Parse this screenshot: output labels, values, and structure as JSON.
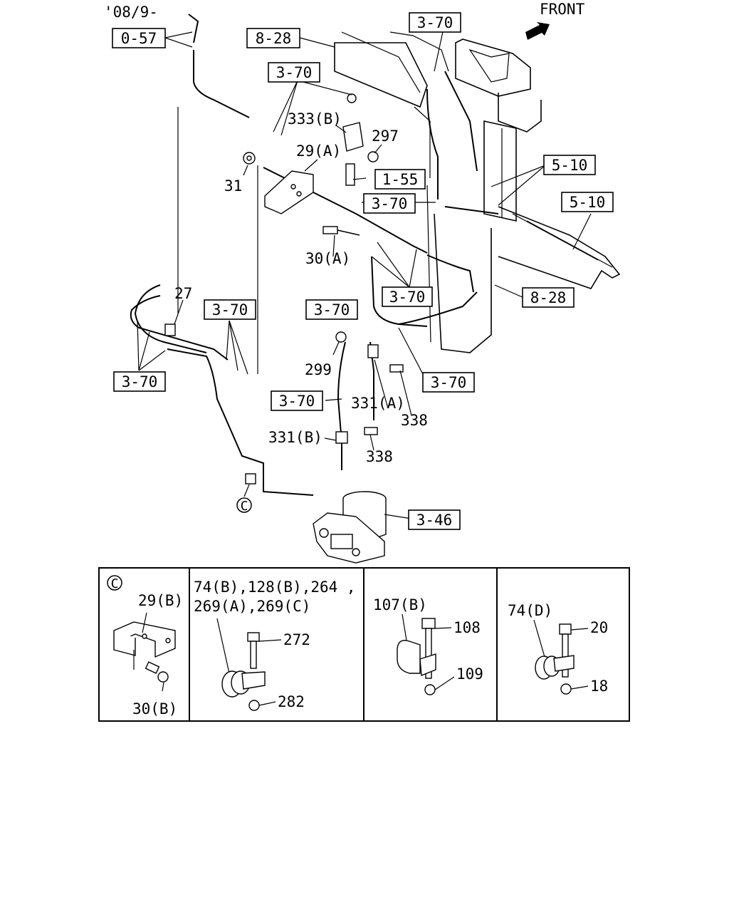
{
  "header": {
    "date_code": "'08/9-",
    "front_label": "FRONT"
  },
  "refs": {
    "r057": "0-57",
    "r828a": "8-28",
    "r370a": "3-70",
    "r370b": "3-70",
    "r155": "1-55",
    "r370c": "3-70",
    "r510a": "5-10",
    "r510b": "5-10",
    "r370d": "3-70",
    "r370e": "3-70",
    "r828b": "8-28",
    "r370f": "3-70",
    "r370g": "3-70",
    "r370h": "3-70",
    "r370i": "3-70",
    "r346": "3-46"
  },
  "labels": {
    "p333b": "333(B)",
    "p297": "297",
    "p29a": "29(A)",
    "p31": "31",
    "p30a": "30(A)",
    "p27": "27",
    "p299": "299",
    "p331a": "331(A)",
    "p338a": "338",
    "p331b": "331(B)",
    "p338b": "338",
    "callout_c": "C"
  },
  "detail": {
    "c": {
      "mark": "C",
      "p29b": "29(B)",
      "p30b": "30(B)"
    },
    "clamp1": {
      "title_line1": "74(B),128(B),264 ,",
      "title_line2": "269(A),269(C)",
      "p272": "272",
      "p282": "282"
    },
    "clamp2": {
      "p107b": "107(B)",
      "p108": "108",
      "p109": "109"
    },
    "clamp3": {
      "p74d": "74(D)",
      "p20": "20",
      "p18": "18"
    }
  }
}
